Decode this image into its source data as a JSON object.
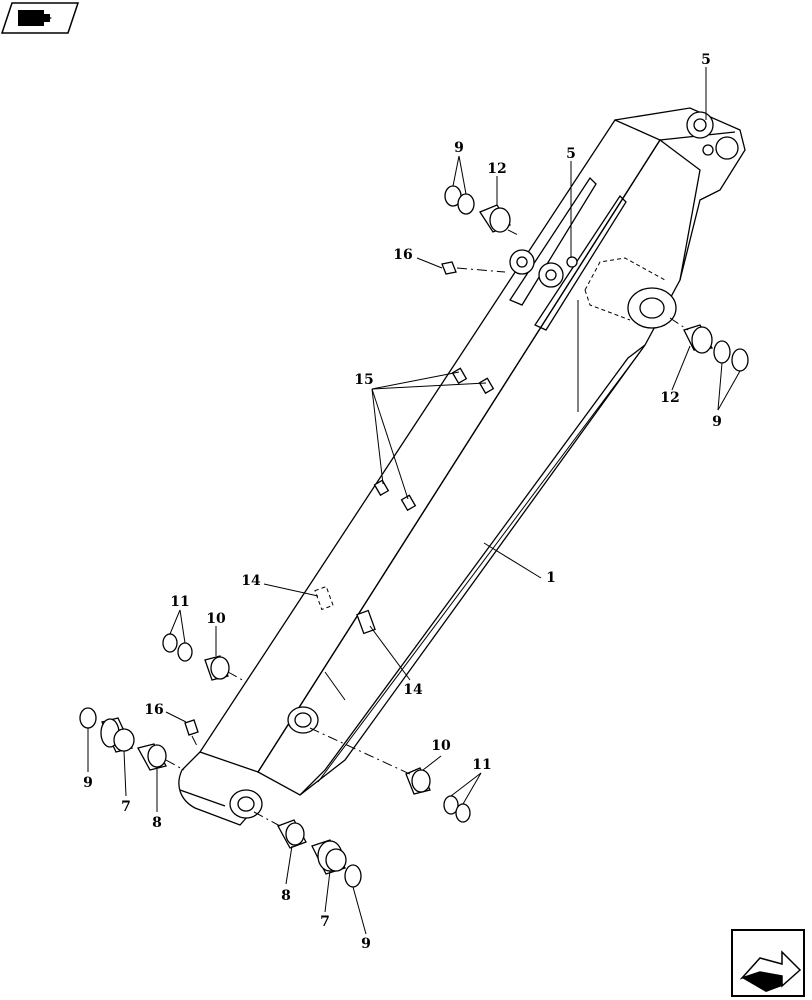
{
  "callouts": {
    "c5_top": "5",
    "c5_mid": "5",
    "c9_topleft": "9",
    "c12_topleft": "12",
    "c16_top": "16",
    "c15": "15",
    "c12_right": "12",
    "c9_right": "9",
    "c1": "1",
    "c14_left": "14",
    "c14_right": "14",
    "c11_left": "11",
    "c10_left": "10",
    "c16_bottom": "16",
    "c9_bottomleft": "9",
    "c7_left": "7",
    "c8_left": "8",
    "c10_right": "10",
    "c11_right": "11",
    "c8_bottom": "8",
    "c7_bottom": "7",
    "c9_bottom": "9"
  },
  "icons": {
    "top_left": "book-navigation-icon",
    "bottom_right": "next-page-arrow-icon"
  }
}
